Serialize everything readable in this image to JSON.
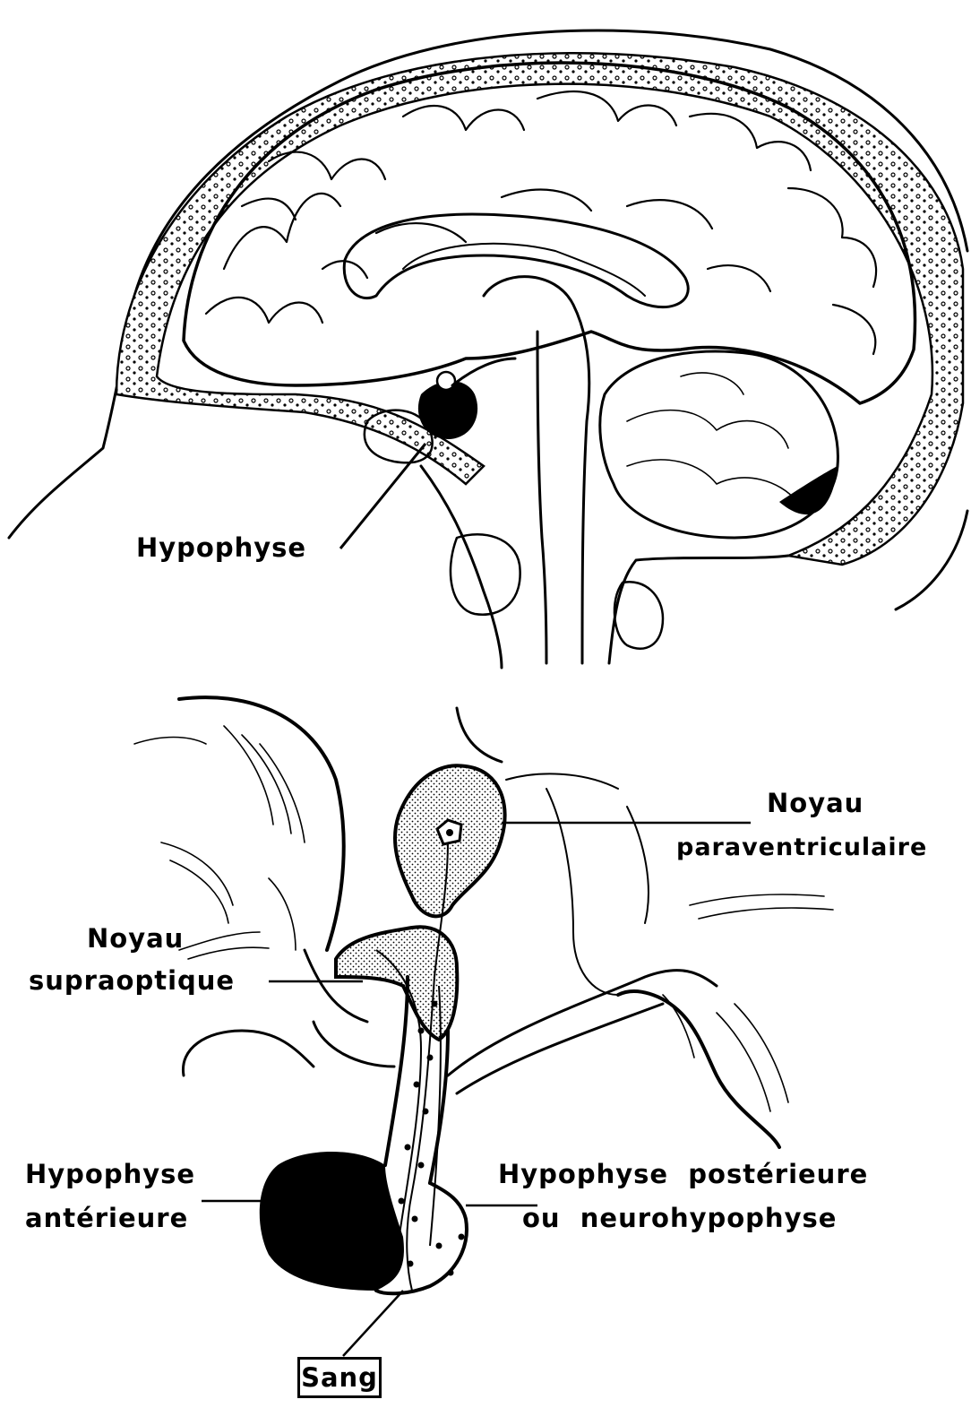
{
  "labels": {
    "hypophyse_top": "Hypophyse",
    "noyau_para_1": "Noyau",
    "noyau_para_2": "paraventriculaire",
    "noyau_supra_1": "Noyau",
    "noyau_supra_2": "supraoptique",
    "hypo_ant_1": "Hypophyse",
    "hypo_ant_2": "antérieure",
    "hypo_post_1": "Hypophyse  postérieure",
    "hypo_post_2": "ou  neurohypophyse",
    "sang": "Sang"
  },
  "colors": {
    "ink": "#000000",
    "paper": "#ffffff"
  }
}
